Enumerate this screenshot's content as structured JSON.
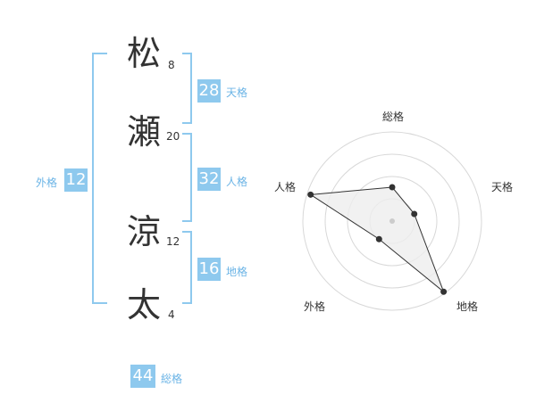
{
  "name": {
    "chars": [
      {
        "kanji": "松",
        "strokes": "8"
      },
      {
        "kanji": "瀬",
        "strokes": "20"
      },
      {
        "kanji": "涼",
        "strokes": "12"
      },
      {
        "kanji": "太",
        "strokes": "4"
      }
    ]
  },
  "fortunes": {
    "tenkaku": {
      "value": "28",
      "label": "天格"
    },
    "jinkaku": {
      "value": "32",
      "label": "人格"
    },
    "chikaku": {
      "value": "16",
      "label": "地格"
    },
    "gaikaku": {
      "value": "12",
      "label": "外格"
    },
    "soukaku": {
      "value": "44",
      "label": "総格"
    }
  },
  "colors": {
    "accent": "#8ec9ee",
    "accent_text": "#6bb4e6",
    "bracket": "#8ec9ee",
    "grid": "#d8d8d8",
    "polygon_fill": "#eeeeee",
    "polygon_stroke": "#333333"
  },
  "chart_data": {
    "type": "radar",
    "axes": [
      "総格",
      "天格",
      "地格",
      "外格",
      "人格"
    ],
    "values": [
      0.38,
      0.26,
      0.98,
      0.25,
      0.96
    ],
    "rings": 4,
    "grid": true
  }
}
